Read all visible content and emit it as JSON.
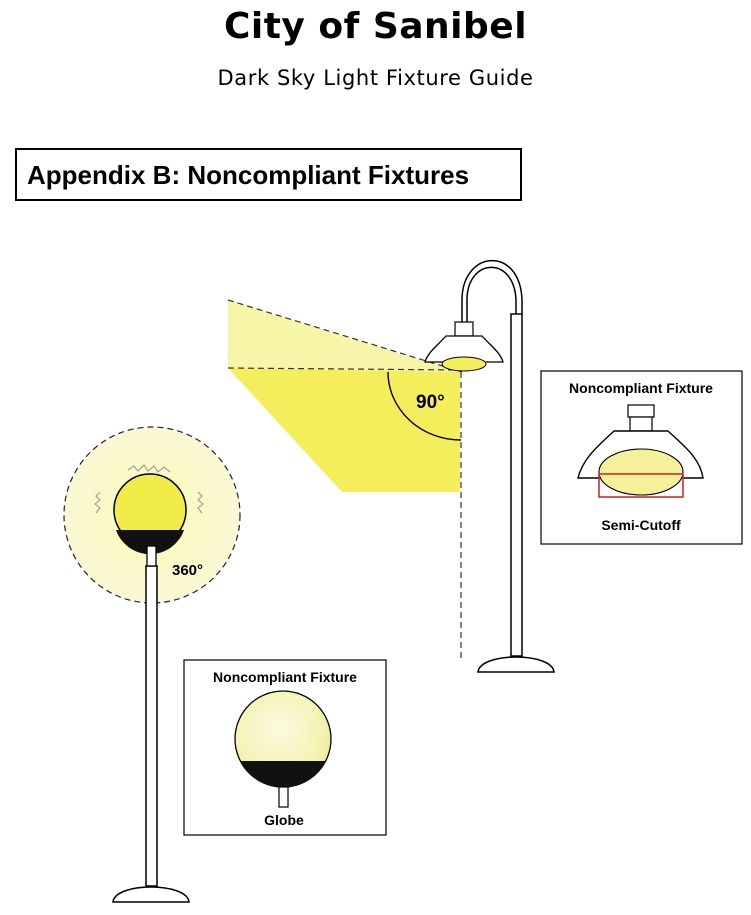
{
  "header": {
    "title": "City of Sanibel",
    "subtitle": "Dark Sky Light Fixture Guide"
  },
  "appendix": {
    "heading": "Appendix B: Noncompliant Fixtures"
  },
  "diagram": {
    "angle_upper": "90°",
    "angle_lower": "360°",
    "inset_semi_cutoff": {
      "heading": "Noncompliant Fixture",
      "caption": "Semi-Cutoff"
    },
    "inset_globe": {
      "heading": "Noncompliant Fixture",
      "caption": "Globe"
    }
  },
  "colors": {
    "light_yellow": "#f7f5a0",
    "bright_yellow": "#f5ef5a",
    "pale_glow": "#fbf9cc",
    "globe_yellow": "#f2ec48",
    "highlight_red": "#d42a2a"
  }
}
